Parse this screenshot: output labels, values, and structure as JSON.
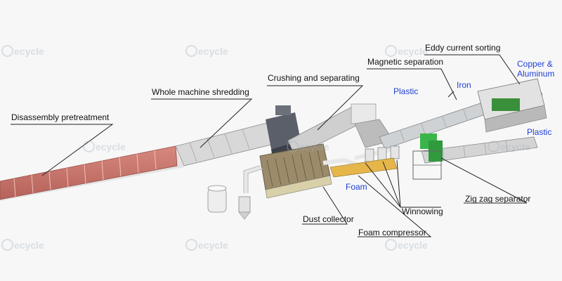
{
  "colors": {
    "conveyor": "#c8746a",
    "leader": "#222222",
    "blue_label": "#1f3fd6",
    "green_machine": "#3bb54a"
  },
  "labels": {
    "disassembly": "Disassembly pretreatment",
    "shredding": "Whole machine shredding",
    "crushing": "Crushing and separating",
    "magnetic": "Magnetic separation",
    "eddy": "Eddy current sorting",
    "copper": "Copper &\nAluminum",
    "iron": "Iron",
    "plastic_top": "Plastic",
    "plastic_right": "Plastic",
    "foam": "Foam",
    "dust": "Dust collector",
    "foam_compressor": "Foam compressor",
    "winnowing": "Winnowing",
    "zigzag": "Zig zag separator"
  },
  "watermark": {
    "text": "ecycle",
    "icon": "recycle-logo-icon"
  }
}
